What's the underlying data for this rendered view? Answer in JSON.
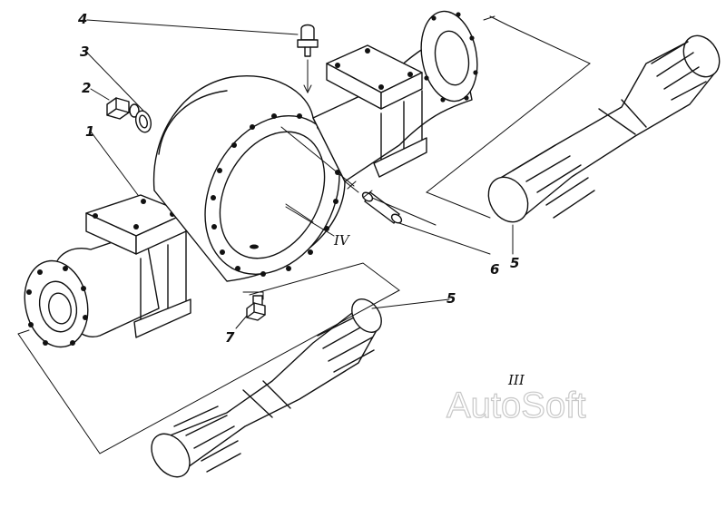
{
  "labels": {
    "part_1": "1",
    "part_2": "2",
    "part_3": "3",
    "part_4": "4",
    "part_5_upper": "5",
    "part_5_lower": "5",
    "part_6": "6",
    "part_7": "7",
    "view_iv": "IV",
    "view_iii": "III"
  },
  "watermark": "AutoSoft",
  "colors": {
    "line": "#111111",
    "watermark": "#c8c8c8",
    "background": "#ffffff"
  }
}
